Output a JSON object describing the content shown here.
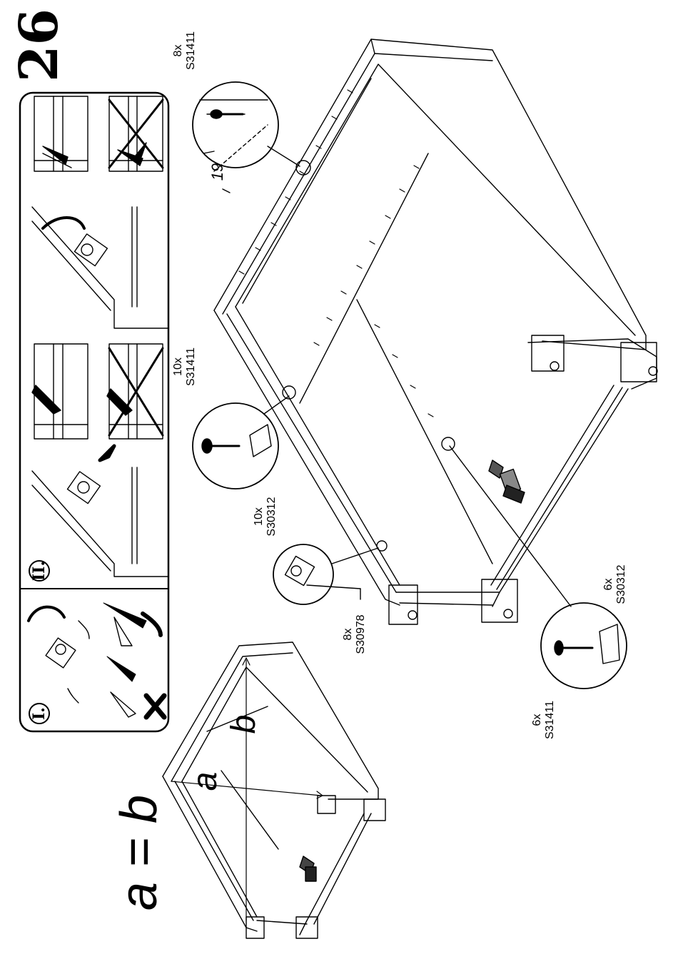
{
  "step_number": "26",
  "formula": "a = b",
  "dim_a": "a",
  "dim_b": "b",
  "dim_19": "19",
  "sub_i": "I.",
  "sub_ii": "II.",
  "callouts": {
    "top_qty": "8x",
    "top_part": "S31411",
    "mid_screw_qty": "10x",
    "mid_screw_part": "S31411",
    "mid_plate_qty": "10x",
    "mid_plate_part": "S30312",
    "bracket_qty": "8x",
    "bracket_part": "S30978",
    "bottom_screw_qty": "6x",
    "bottom_screw_part": "S31411",
    "bottom_plate_qty": "6x",
    "bottom_plate_part": "S30312"
  }
}
